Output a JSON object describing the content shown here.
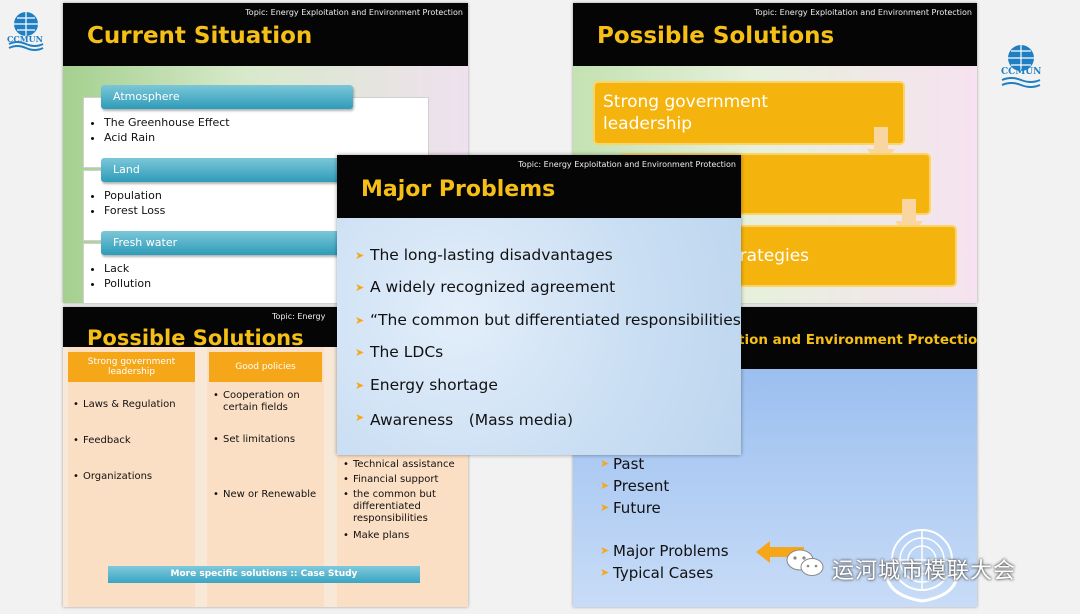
{
  "logo": {
    "text": "CCMUN"
  },
  "slide1": {
    "topic": "Topic: Energy Exploitation and Environment Protection",
    "title": "Current Situation",
    "categories": [
      {
        "label": "Atmosphere",
        "items": [
          "The Greenhouse Effect",
          "Acid Rain"
        ]
      },
      {
        "label": "Land",
        "items": [
          "Population",
          "Forest Loss"
        ]
      },
      {
        "label": "Fresh water",
        "items": [
          "Lack",
          "Pollution"
        ]
      }
    ]
  },
  "slide2": {
    "topic": "Topic: Energy Exploitation and Environment Protection",
    "title": "Possible Solutions",
    "boxes": [
      "Strong government leadership",
      "",
      "trategies"
    ]
  },
  "slide3": {
    "topic": "Topic: Energy",
    "title": "Possible Solutions",
    "columns": [
      {
        "header": "Strong government leadership",
        "items": [
          "Laws & Regulation",
          "Feedback",
          "Organizations"
        ]
      },
      {
        "header": "Good policies",
        "items": [
          "Cooperation on certain fields",
          "Set limitations",
          "New or Renewable"
        ]
      },
      {
        "header": "",
        "items": [
          "Technical assistance",
          "Financial support",
          "the common but differentiated responsibilities",
          "Make plans"
        ]
      }
    ],
    "bottom_bar": "More specific solutions :: Case Study"
  },
  "slide4": {
    "title_fragment": "tion and Environment Protection",
    "items": [
      "Past",
      "Present",
      "Future",
      "Major Problems",
      "Typical Cases"
    ]
  },
  "center_slide": {
    "topic": "Topic: Energy Exploitation and Environment Protection",
    "title": "Major Problems",
    "items": [
      "The long-lasting disadvantages",
      "A widely recognized agreement",
      "“The common but differentiated responsibilities”",
      "The LDCs",
      "Energy shortage",
      "Awareness　(Mass media)"
    ]
  },
  "watermark": {
    "text": "运河城市模联大会"
  },
  "colors": {
    "accent_gold": "#f6bf16",
    "orange": "#f5b30d",
    "teal": "#2e9cb9",
    "black_bar": "#050505"
  }
}
